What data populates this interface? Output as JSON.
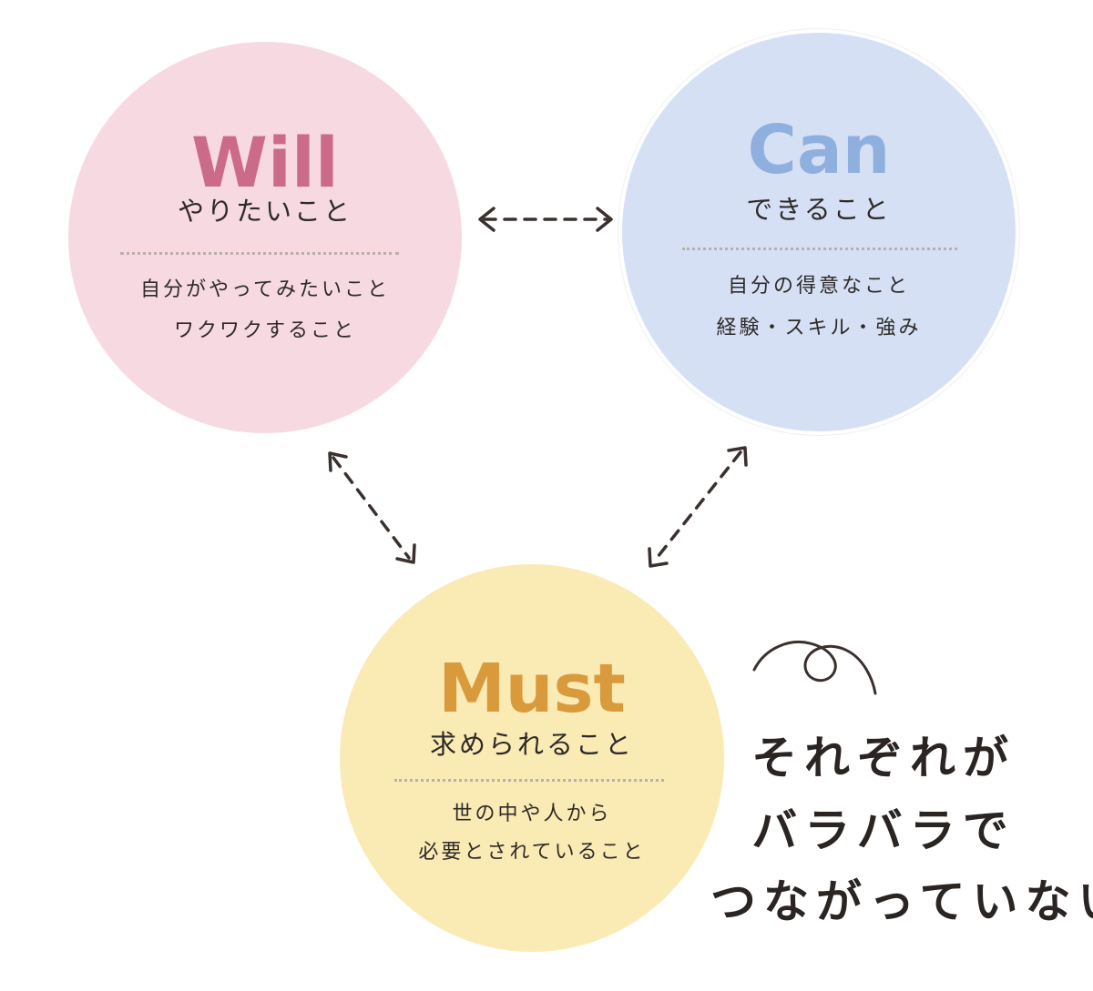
{
  "diagram": {
    "will": {
      "title": "Will",
      "subtitle": "やりたいこと",
      "desc": [
        "自分がやってみたいこと",
        "ワクワクすること"
      ],
      "fill": "#f6d9e1",
      "title_color": "#cc6a8a"
    },
    "can": {
      "title": "Can",
      "subtitle": "できること",
      "desc": [
        "自分の得意なこと",
        "経験・スキル・強み"
      ],
      "fill": "#d6e0f5",
      "title_color": "#8fb0df"
    },
    "must": {
      "title": "Must",
      "subtitle": "求められること",
      "desc": [
        "世の中や人から",
        "必要とされていること"
      ],
      "fill": "#faeab4",
      "title_color": "#d99a3c"
    },
    "note": {
      "lines": [
        "それぞれが",
        "バラバラで",
        "つながっていない"
      ]
    },
    "connector_color": "#3a302e"
  }
}
